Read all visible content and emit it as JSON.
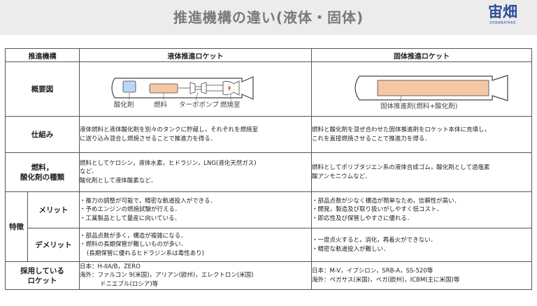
{
  "header": {
    "title": "推進機構の違い(液体・固体)",
    "logo_mark": "宙畑",
    "logo_sub": "SORABATAKE"
  },
  "table": {
    "col_headers": [
      "推進機構",
      "液体推進ロケット",
      "固体推進ロケット"
    ],
    "rows": {
      "overview": {
        "label": "概要図",
        "liquid_labels": [
          "酸化剤",
          "燃料",
          "ターボポンプ",
          "燃焼室"
        ],
        "solid_label": "固体推進剤(燃料+酸化剤)"
      },
      "mechanism": {
        "label": "仕組み",
        "liquid": [
          "液体燃料と液体酸化剤を別々のタンクに貯蔵し，それぞれを燃焼室",
          "に送り込み混合し燃焼させることで推進力を得る．"
        ],
        "solid": [
          "燃料と酸化剤を混ぜ合わせた固体推進剤をロケット本体に充填し，",
          "これを直接燃焼させることで推進力を得る．"
        ]
      },
      "propellant": {
        "label_lines": [
          "燃料，",
          "酸化剤の種類"
        ],
        "liquid": [
          "燃料としてケロシン，液体水素，ヒドラジン，LNG(液化天然ガス)",
          "など．",
          "酸化剤として液体酸素など．"
        ],
        "solid": [
          "燃料としてポリブタジエン系の液体合成ゴム，酸化剤として過塩素",
          "酸アンモニウムなど．"
        ]
      },
      "features": {
        "label": "特徴",
        "merit": {
          "label": "メリット",
          "liquid": [
            "・推力の調整が可能で，精密な軌道投入ができる．",
            "・予めエンジンの燃焼試験が行える．",
            "・工業製品として量産に向いている．"
          ],
          "solid": [
            "・部品点数が少なく構造が簡単なため，信頼性が高い．",
            "・開発，製造及び取り扱いがしやすく低コスト．",
            "・即応性及び保管しやすさに優れる．"
          ]
        },
        "demerit": {
          "label": "デメリット",
          "liquid": [
            "・部品点数が多く，構造が複雑になる．",
            "・燃料の長期保管が難しいものが多い．",
            "(長期保管に優れるヒドラジン系は毒性あり)"
          ],
          "solid": [
            "・一度点火すると，消化，再着火ができない．",
            "・精密な軌道投入が難しい．"
          ]
        }
      },
      "adopted": {
        "label_lines": [
          "採用している",
          "ロケット"
        ],
        "liquid": [
          "日本：H-IIA/B，ZERO",
          "海外：ファルコン 9(米国)，アリアン(欧州)，エレクトロン(米国)",
          "ドニエプル(ロシア)等"
        ],
        "solid": [
          "日本：M-V，イプシロン，SRB-A，SS-520等",
          "海外：ペガサス(米国)，ベガ(欧州)，ICBM(主に米国)等"
        ]
      }
    }
  },
  "colors": {
    "banner": "#ececec",
    "title": "#7a7a7a",
    "oxidizer_tank": "#bcd7f2",
    "fuel_tank": "#f6c7a5",
    "solid_propellant": "#f6c7a5",
    "logo": "#2c4f9a"
  }
}
